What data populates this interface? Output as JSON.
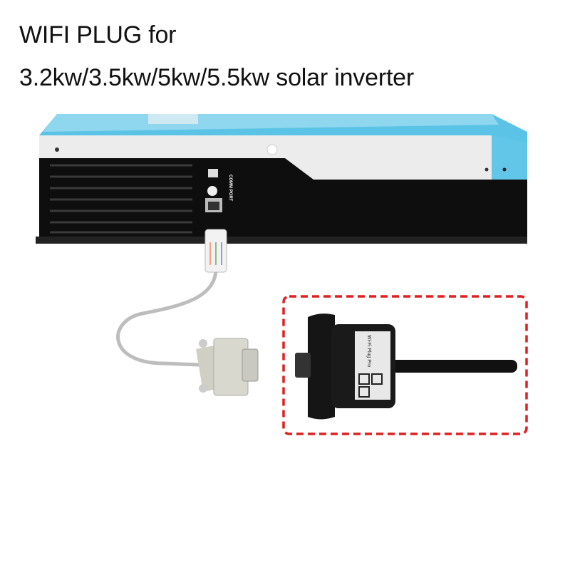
{
  "heading": {
    "line1": "WIFI PLUG for",
    "line2": "3.2kw/3.5kw/5kw/5.5kw solar inverter"
  },
  "inverter": {
    "port_label": "COMM PORT"
  },
  "wifi_plug": {
    "label_text": "Wi-Fi Plug Pro"
  },
  "colors": {
    "highlight_box": "#e02020",
    "inverter_blue": "#5bc3e6"
  }
}
